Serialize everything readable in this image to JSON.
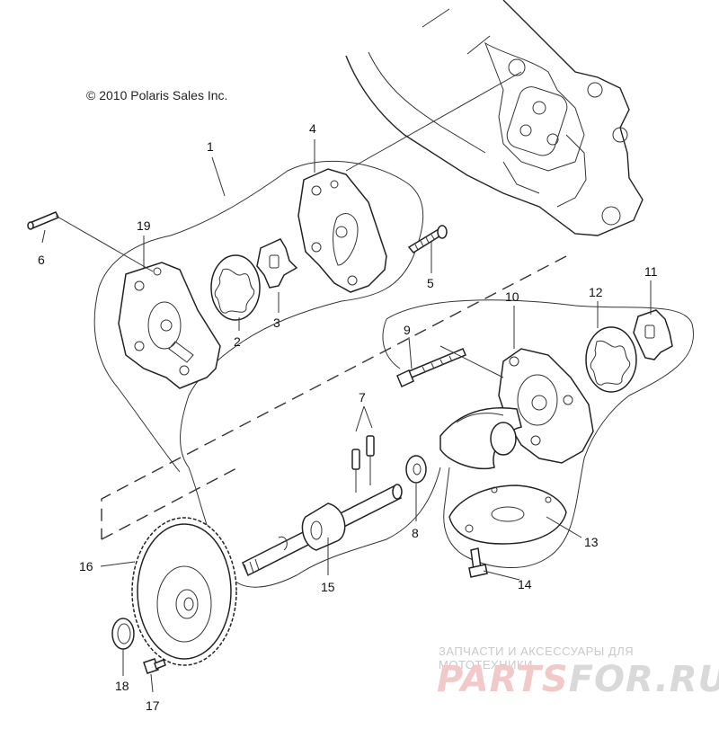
{
  "copyright": "© 2010 Polaris Sales Inc.",
  "callouts": [
    {
      "id": "1",
      "label": "1"
    },
    {
      "id": "2",
      "label": "2"
    },
    {
      "id": "3",
      "label": "3"
    },
    {
      "id": "4",
      "label": "4"
    },
    {
      "id": "5",
      "label": "5"
    },
    {
      "id": "6",
      "label": "6"
    },
    {
      "id": "7",
      "label": "7"
    },
    {
      "id": "8",
      "label": "8"
    },
    {
      "id": "9",
      "label": "9"
    },
    {
      "id": "10",
      "label": "10"
    },
    {
      "id": "11",
      "label": "11"
    },
    {
      "id": "12",
      "label": "12"
    },
    {
      "id": "13",
      "label": "13"
    },
    {
      "id": "14",
      "label": "14"
    },
    {
      "id": "15",
      "label": "15"
    },
    {
      "id": "16",
      "label": "16"
    },
    {
      "id": "17",
      "label": "17"
    },
    {
      "id": "18",
      "label": "18"
    },
    {
      "id": "19",
      "label": "19"
    }
  ],
  "watermark": {
    "tagline": "ЗАПЧАСТИ И АКСЕССУАРЫ ДЛЯ МОТОТЕХНИКИ",
    "brand_a": "PARTS",
    "brand_b": "FOR.RU"
  }
}
